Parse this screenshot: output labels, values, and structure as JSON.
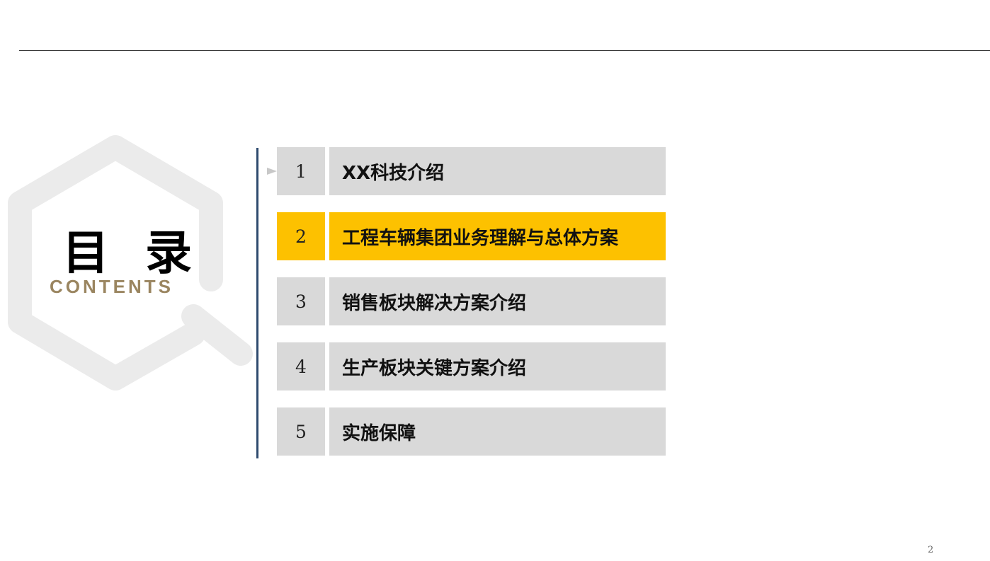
{
  "heading": {
    "title": "目 录",
    "subtitle": "CONTENTS"
  },
  "items": [
    {
      "number": "1",
      "label": "XX科技介绍"
    },
    {
      "number": "2",
      "label": "工程车辆集团业务理解与总体方案"
    },
    {
      "number": "3",
      "label": "销售板块解决方案介绍"
    },
    {
      "number": "4",
      "label": "生产板块关键方案介绍"
    },
    {
      "number": "5",
      "label": "实施保障"
    }
  ],
  "active_index": 1,
  "page_number": "2",
  "colors": {
    "accent": "#fdc100",
    "item_bg": "#d9d9d9",
    "line": "#2e4a6e",
    "subtitle": "#9a8560"
  }
}
